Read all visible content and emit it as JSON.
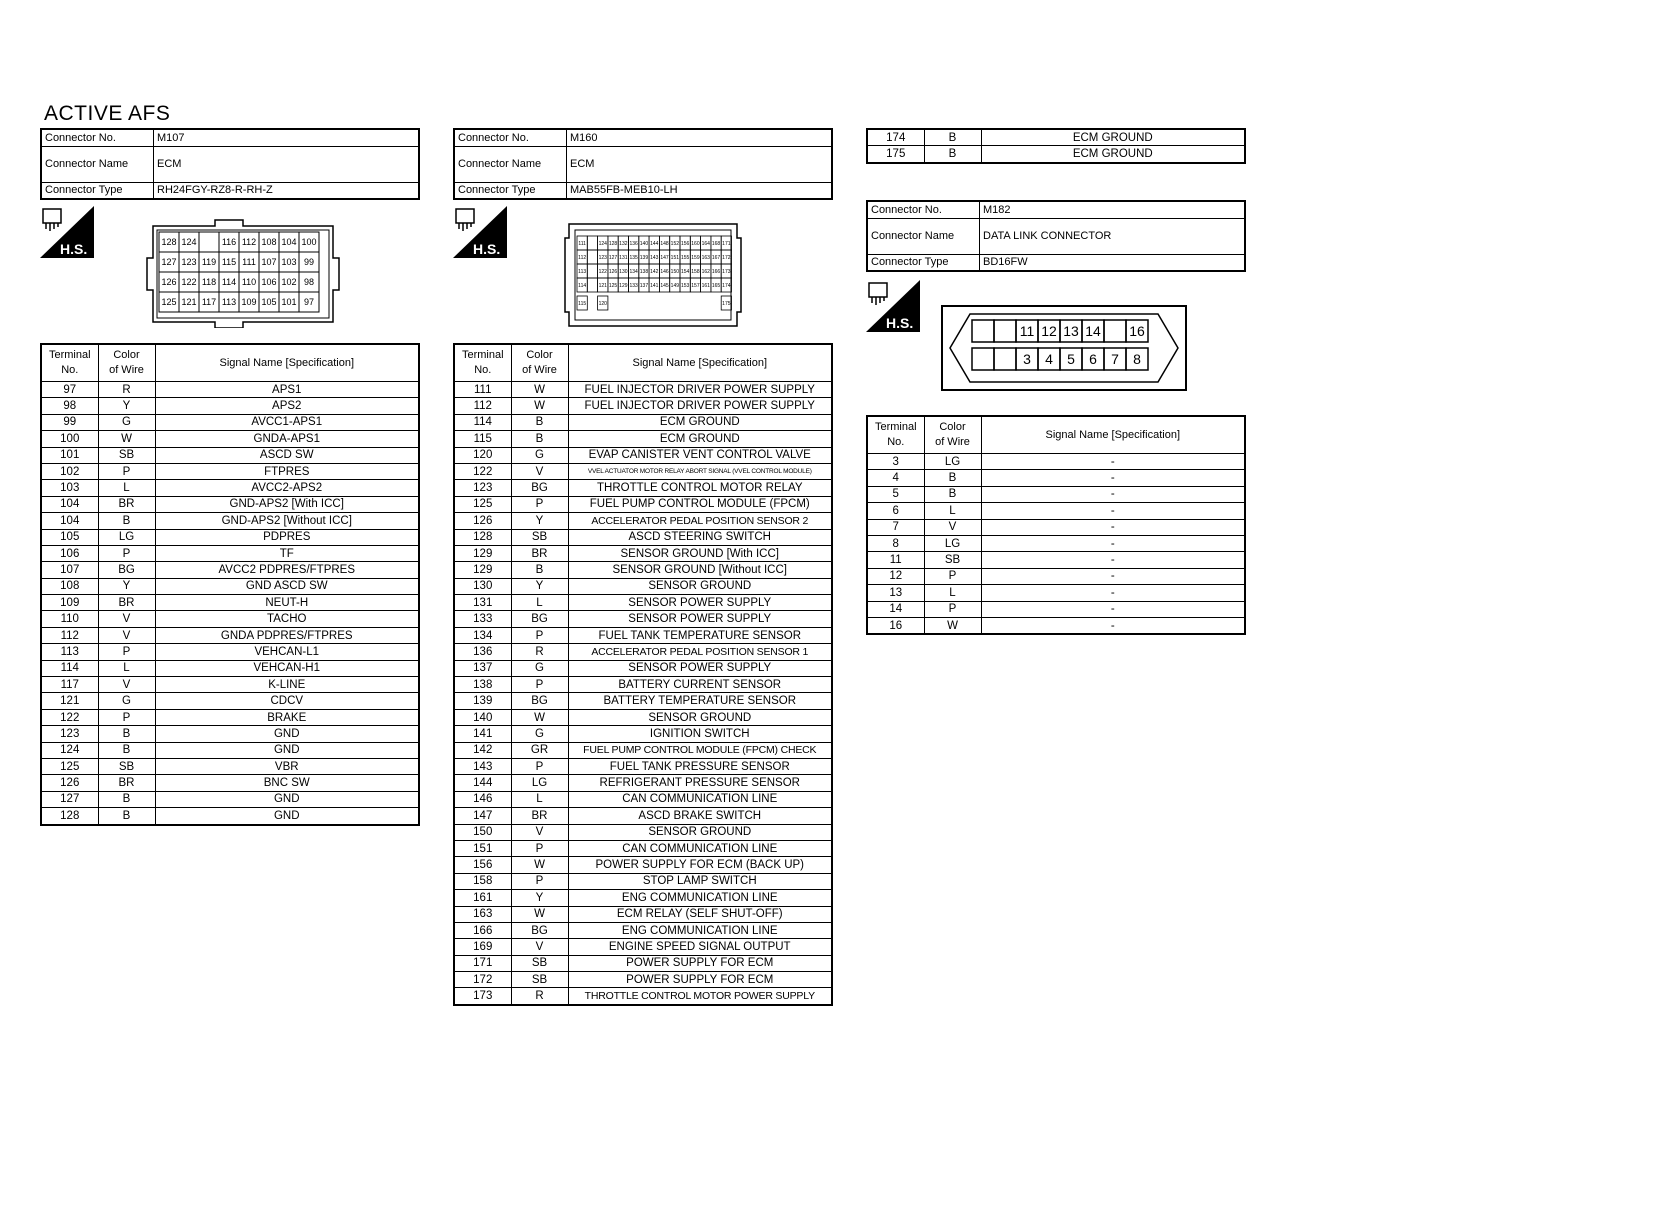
{
  "page": {
    "title": "ACTIVE AFS"
  },
  "labels": {
    "connector_no": "Connector No.",
    "connector_name": "Connector Name",
    "connector_type": "Connector Type",
    "terminal_no_1": "Terminal",
    "terminal_no_2": "No.",
    "color_1": "Color",
    "color_2": "of Wire",
    "signal": "Signal Name [Specification]",
    "hs": "H.S."
  },
  "m107": {
    "connector_no": "M107",
    "connector_name": "ECM",
    "connector_type": "RH24FGY-RZ8-R-RH-Z",
    "face_rows": [
      [
        "128",
        "124",
        "",
        "116",
        "112",
        "108",
        "104",
        "100"
      ],
      [
        "127",
        "123",
        "119",
        "115",
        "111",
        "107",
        "103",
        "99"
      ],
      [
        "126",
        "122",
        "118",
        "114",
        "110",
        "106",
        "102",
        "98"
      ],
      [
        "125",
        "121",
        "117",
        "113",
        "109",
        "105",
        "101",
        "97"
      ]
    ],
    "rows": [
      [
        "97",
        "R",
        "APS1"
      ],
      [
        "98",
        "Y",
        "APS2"
      ],
      [
        "99",
        "G",
        "AVCC1-APS1"
      ],
      [
        "100",
        "W",
        "GNDA-APS1"
      ],
      [
        "101",
        "SB",
        "ASCD SW"
      ],
      [
        "102",
        "P",
        "FTPRES"
      ],
      [
        "103",
        "L",
        "AVCC2-APS2"
      ],
      [
        "104",
        "BR",
        "GND-APS2 [With ICC]"
      ],
      [
        "104",
        "B",
        "GND-APS2 [Without ICC]"
      ],
      [
        "105",
        "LG",
        "PDPRES"
      ],
      [
        "106",
        "P",
        "TF"
      ],
      [
        "107",
        "BG",
        "AVCC2 PDPRES/FTPRES"
      ],
      [
        "108",
        "Y",
        "GND ASCD SW"
      ],
      [
        "109",
        "BR",
        "NEUT-H"
      ],
      [
        "110",
        "V",
        "TACHO"
      ],
      [
        "112",
        "V",
        "GNDA PDPRES/FTPRES"
      ],
      [
        "113",
        "P",
        "VEHCAN-L1"
      ],
      [
        "114",
        "L",
        "VEHCAN-H1"
      ],
      [
        "117",
        "V",
        "K-LINE"
      ],
      [
        "121",
        "G",
        "CDCV"
      ],
      [
        "122",
        "P",
        "BRAKE"
      ],
      [
        "123",
        "B",
        "GND"
      ],
      [
        "124",
        "B",
        "GND"
      ],
      [
        "125",
        "SB",
        "VBR"
      ],
      [
        "126",
        "BR",
        "BNC SW"
      ],
      [
        "127",
        "B",
        "GND"
      ],
      [
        "128",
        "B",
        "GND"
      ]
    ]
  },
  "m160": {
    "connector_no": "M160",
    "connector_name": "ECM",
    "connector_type": "MAB55FB-MEB10-LH",
    "face_rows": [
      [
        "111",
        "",
        "124",
        "128",
        "132",
        "136",
        "140",
        "144",
        "148",
        "152",
        "156",
        "160",
        "164",
        "168",
        "171"
      ],
      [
        "112",
        "",
        "123",
        "127",
        "131",
        "135",
        "139",
        "143",
        "147",
        "151",
        "155",
        "159",
        "163",
        "167",
        "172"
      ],
      [
        "113",
        "",
        "122",
        "126",
        "130",
        "134",
        "138",
        "142",
        "146",
        "150",
        "154",
        "158",
        "162",
        "166",
        "173"
      ],
      [
        "114",
        "",
        "121",
        "125",
        "129",
        "133",
        "137",
        "141",
        "145",
        "149",
        "153",
        "157",
        "161",
        "165",
        "174"
      ],
      [
        "115",
        "",
        "120",
        "",
        "",
        "",
        "",
        "",
        "",
        "",
        "",
        "",
        "",
        "",
        "175"
      ]
    ],
    "rows": [
      [
        "111",
        "W",
        "FUEL INJECTOR DRIVER POWER SUPPLY"
      ],
      [
        "112",
        "W",
        "FUEL INJECTOR DRIVER POWER SUPPLY"
      ],
      [
        "114",
        "B",
        "ECM GROUND"
      ],
      [
        "115",
        "B",
        "ECM GROUND"
      ],
      [
        "120",
        "G",
        "EVAP CANISTER VENT CONTROL VALVE"
      ],
      [
        "122",
        "V",
        "VVEL ACTUATOR MOTOR RELAY ABORT SIGNAL (VVEL CONTROL MODULE)"
      ],
      [
        "123",
        "BG",
        "THROTTLE CONTROL MOTOR RELAY"
      ],
      [
        "125",
        "P",
        "FUEL PUMP CONTROL MODULE (FPCM)"
      ],
      [
        "126",
        "Y",
        "ACCELERATOR PEDAL POSITION SENSOR 2"
      ],
      [
        "128",
        "SB",
        "ASCD STEERING SWITCH"
      ],
      [
        "129",
        "BR",
        "SENSOR GROUND [With ICC]"
      ],
      [
        "129",
        "B",
        "SENSOR GROUND [Without ICC]"
      ],
      [
        "130",
        "Y",
        "SENSOR GROUND"
      ],
      [
        "131",
        "L",
        "SENSOR POWER SUPPLY"
      ],
      [
        "133",
        "BG",
        "SENSOR POWER SUPPLY"
      ],
      [
        "134",
        "P",
        "FUEL TANK TEMPERATURE SENSOR"
      ],
      [
        "136",
        "R",
        "ACCELERATOR PEDAL POSITION SENSOR 1"
      ],
      [
        "137",
        "G",
        "SENSOR POWER SUPPLY"
      ],
      [
        "138",
        "P",
        "BATTERY CURRENT SENSOR"
      ],
      [
        "139",
        "BG",
        "BATTERY TEMPERATURE SENSOR"
      ],
      [
        "140",
        "W",
        "SENSOR GROUND"
      ],
      [
        "141",
        "G",
        "IGNITION SWITCH"
      ],
      [
        "142",
        "GR",
        "FUEL PUMP CONTROL MODULE (FPCM) CHECK"
      ],
      [
        "143",
        "P",
        "FUEL TANK PRESSURE SENSOR"
      ],
      [
        "144",
        "LG",
        "REFRIGERANT PRESSURE SENSOR"
      ],
      [
        "146",
        "L",
        "CAN COMMUNICATION LINE"
      ],
      [
        "147",
        "BR",
        "ASCD BRAKE SWITCH"
      ],
      [
        "150",
        "V",
        "SENSOR GROUND"
      ],
      [
        "151",
        "P",
        "CAN COMMUNICATION LINE"
      ],
      [
        "156",
        "W",
        "POWER SUPPLY FOR ECM (BACK UP)"
      ],
      [
        "158",
        "P",
        "STOP LAMP SWITCH"
      ],
      [
        "161",
        "Y",
        "ENG COMMUNICATION LINE"
      ],
      [
        "163",
        "W",
        "ECM RELAY (SELF SHUT-OFF)"
      ],
      [
        "166",
        "BG",
        "ENG COMMUNICATION LINE"
      ],
      [
        "169",
        "V",
        "ENGINE SPEED SIGNAL OUTPUT"
      ],
      [
        "171",
        "SB",
        "POWER SUPPLY FOR ECM"
      ],
      [
        "172",
        "SB",
        "POWER SUPPLY FOR ECM"
      ],
      [
        "173",
        "R",
        "THROTTLE CONTROL MOTOR POWER SUPPLY"
      ]
    ],
    "continued_rows": [
      [
        "174",
        "B",
        "ECM GROUND"
      ],
      [
        "175",
        "B",
        "ECM GROUND"
      ]
    ]
  },
  "m182": {
    "connector_no": "M182",
    "connector_name": "DATA LINK CONNECTOR",
    "connector_type": "BD16FW",
    "face_top": [
      "",
      "",
      "11",
      "12",
      "13",
      "14",
      "",
      "16"
    ],
    "face_bottom": [
      "",
      "",
      "3",
      "4",
      "5",
      "6",
      "7",
      "8"
    ],
    "rows": [
      [
        "3",
        "LG",
        "-"
      ],
      [
        "4",
        "B",
        "-"
      ],
      [
        "5",
        "B",
        "-"
      ],
      [
        "6",
        "L",
        "-"
      ],
      [
        "7",
        "V",
        "-"
      ],
      [
        "8",
        "LG",
        "-"
      ],
      [
        "11",
        "SB",
        "-"
      ],
      [
        "12",
        "P",
        "-"
      ],
      [
        "13",
        "L",
        "-"
      ],
      [
        "14",
        "P",
        "-"
      ],
      [
        "16",
        "W",
        "-"
      ]
    ]
  }
}
